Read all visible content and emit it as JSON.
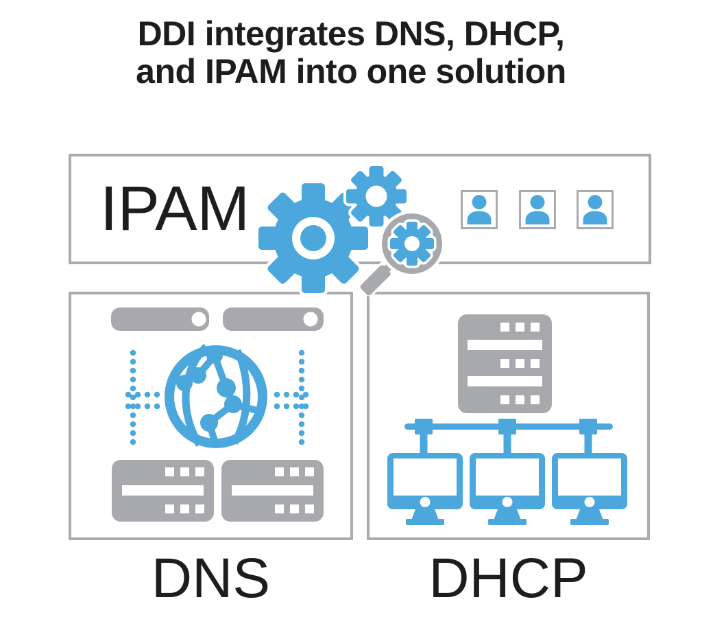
{
  "title": {
    "line1": "DDI integrates DNS, DHCP,",
    "line2": "and IPAM into one solution"
  },
  "panels": {
    "ipam": {
      "label": "IPAM"
    },
    "dns": {
      "label": "DNS"
    },
    "dhcp": {
      "label": "DHCP"
    }
  },
  "icons": {
    "ipam": [
      "gear-large-icon",
      "gear-small-icon",
      "magnifier-gear-icon",
      "user-icon",
      "user-icon",
      "user-icon"
    ],
    "dns": [
      "server-bar-icon",
      "server-bar-icon",
      "globe-network-icon",
      "dotted-branch-left-icon",
      "dotted-branch-right-icon",
      "server-stack-icon",
      "server-stack-icon"
    ],
    "dhcp": [
      "server-stack-icon",
      "network-bus-icon",
      "monitor-icon",
      "monitor-icon",
      "monitor-icon"
    ]
  },
  "colors": {
    "blue": "#4BA7DC",
    "gray": "#A7A9AC",
    "border": "#A9ABAE",
    "text": "#1D1D1B"
  }
}
